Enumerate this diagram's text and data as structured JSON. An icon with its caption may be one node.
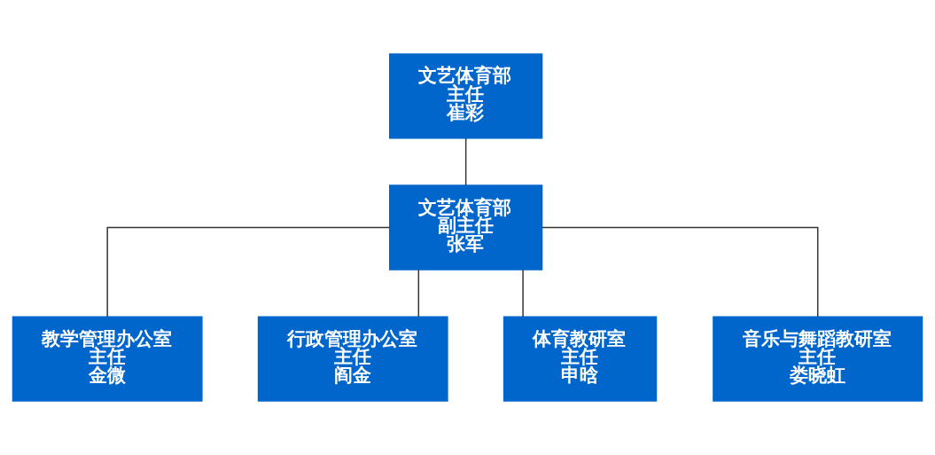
{
  "diagram": {
    "nodes": [
      {
        "text": [
          "文艺体育部",
          "主任",
          "崔彩"
        ]
      },
      {
        "text": [
          "文艺体育部",
          "副主任",
          "张军"
        ]
      },
      {
        "text": [
          "教学管理办公室",
          "主任",
          "金微"
        ]
      },
      {
        "text": [
          "行政管理办公室",
          "主任",
          "阎金"
        ]
      },
      {
        "text": [
          "体育教研室",
          "主任",
          "申晗"
        ]
      },
      {
        "text": [
          "音乐与舞蹈教研室",
          "主任",
          "娄晓虹"
        ]
      }
    ],
    "edges": [
      {
        "from": 0,
        "to": 1,
        "arrow": "none"
      },
      {
        "from": 1,
        "to": 2,
        "arrow": "none"
      },
      {
        "from": 1,
        "to": 3,
        "arrow": "none"
      },
      {
        "from": 1,
        "to": 4,
        "arrow": "none"
      },
      {
        "from": 1,
        "to": 5,
        "arrow": "none"
      }
    ]
  }
}
